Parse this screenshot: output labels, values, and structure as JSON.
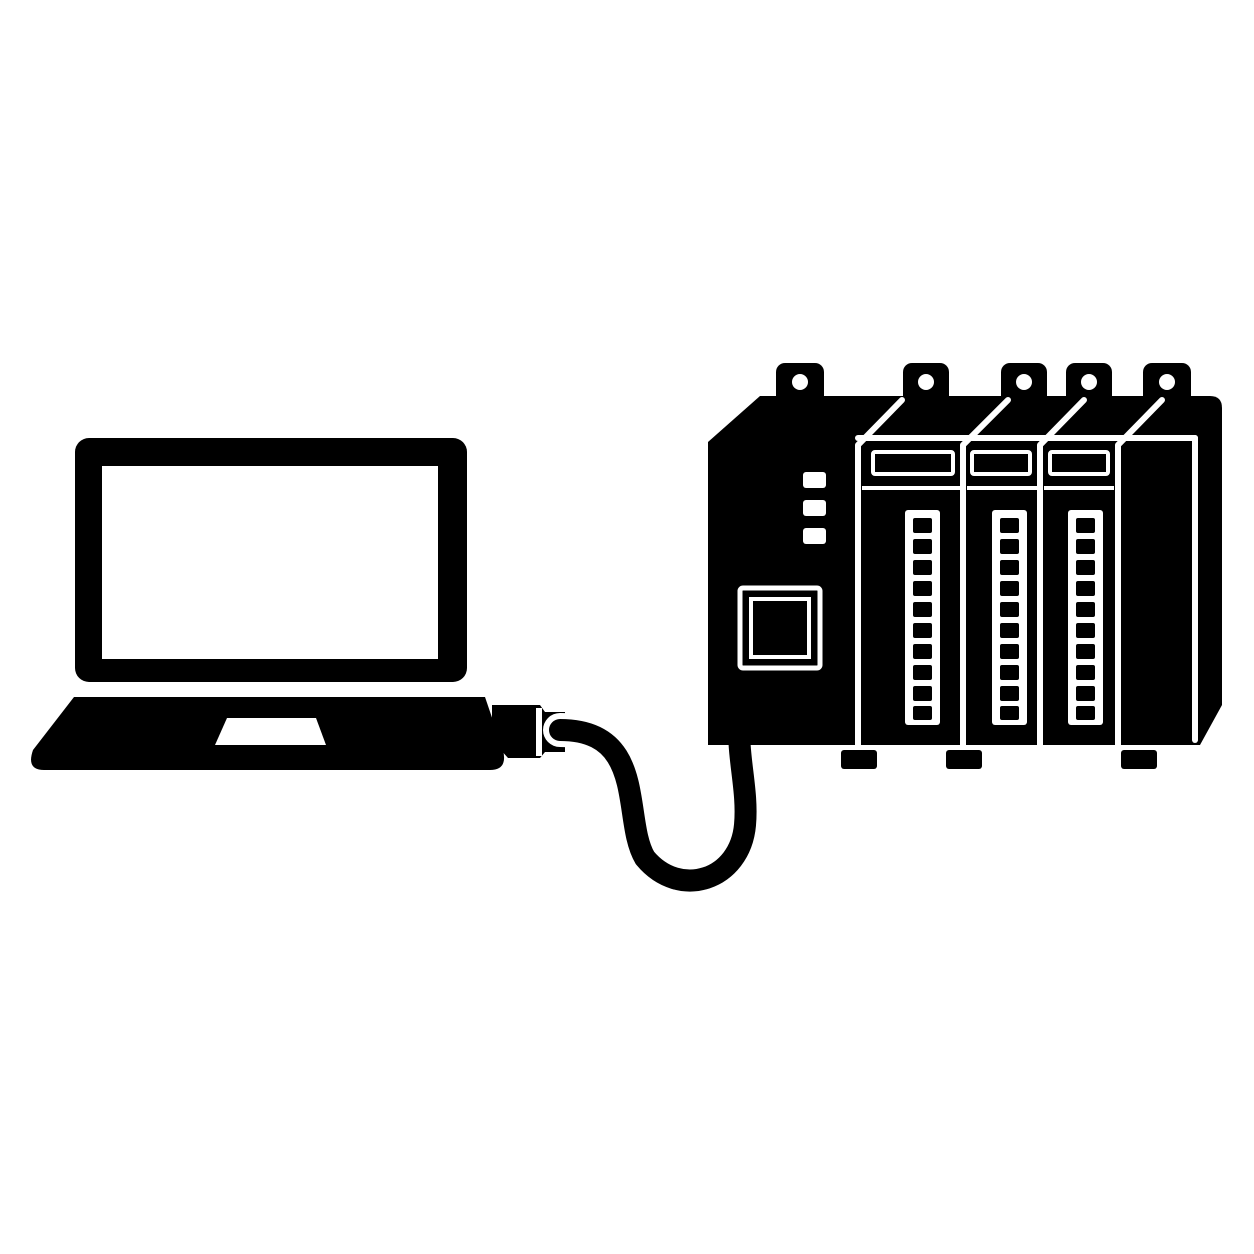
{
  "colors": {
    "background": "#ffffff",
    "ink": "#000000"
  },
  "laptop": {
    "icon": "laptop-icon",
    "screen_state": "blank"
  },
  "cable": {
    "icon": "network-cable-icon"
  },
  "plc": {
    "icon": "plc-rack-icon",
    "cpu_status_led_count": 3,
    "io_module_count": 3,
    "io_terminal_count_per_module": 10,
    "end_module_count": 1
  }
}
